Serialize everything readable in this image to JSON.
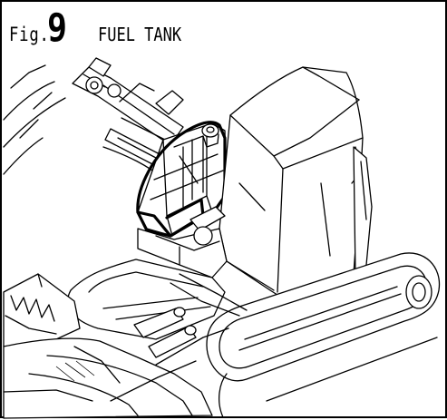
{
  "figure": {
    "prefix": "Fig.",
    "number": "9",
    "title": "FUEL TANK"
  },
  "colors": {
    "ink": "#000000",
    "paper": "#ffffff"
  }
}
